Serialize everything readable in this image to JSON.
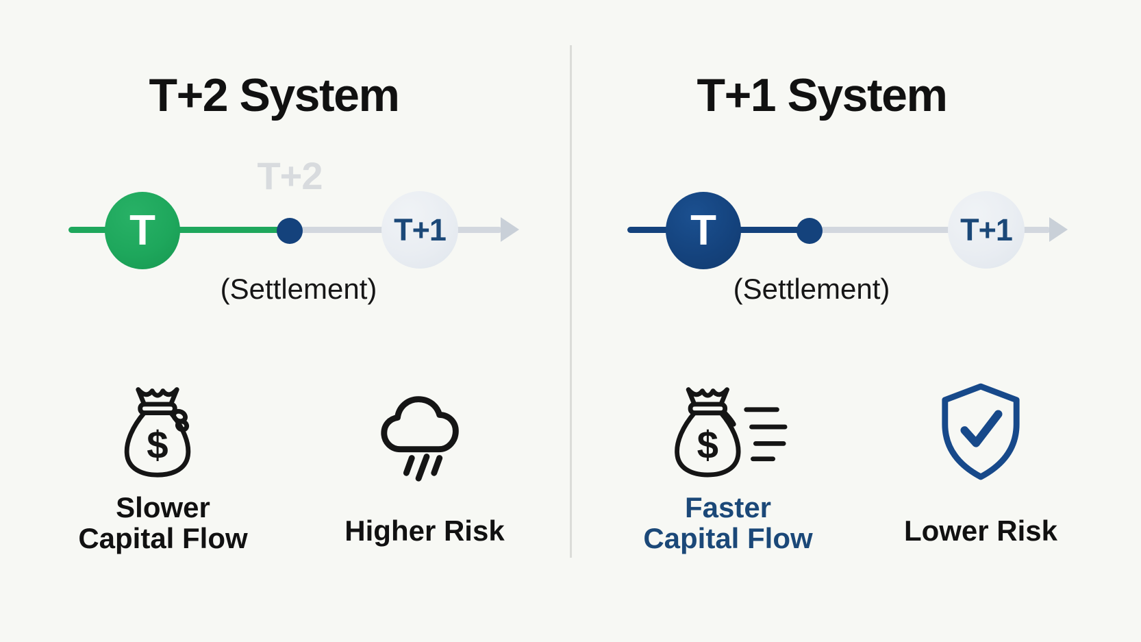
{
  "left": {
    "title": "T+2 System",
    "timeline": {
      "t_label": "T",
      "ghost_label": "T+2",
      "settlement_label": "(Settlement)",
      "end_label": "T+1"
    },
    "capital": {
      "line1": "Slower",
      "line2": "Capital Flow"
    },
    "risk": {
      "label": "Higher Risk"
    }
  },
  "right": {
    "title": "T+1 System",
    "timeline": {
      "t_label": "T",
      "settlement_label": "(Settlement)",
      "end_label": "T+1"
    },
    "capital": {
      "line1": "Faster",
      "line2": "Capital Flow"
    },
    "risk": {
      "label": "Lower Risk"
    }
  },
  "icons": {
    "dollar": "$"
  },
  "colors": {
    "green": "#1ea75c",
    "navy": "#14427c",
    "navy_text": "#1b4878",
    "light_circle": "#e9edf2",
    "gray_line": "#d2d7de",
    "arrow_gray": "#c9d0d8",
    "ghost_label": "#d8dbde",
    "ink": "#111111",
    "divider": "#dbdcd8",
    "background": "#f7f8f4"
  }
}
